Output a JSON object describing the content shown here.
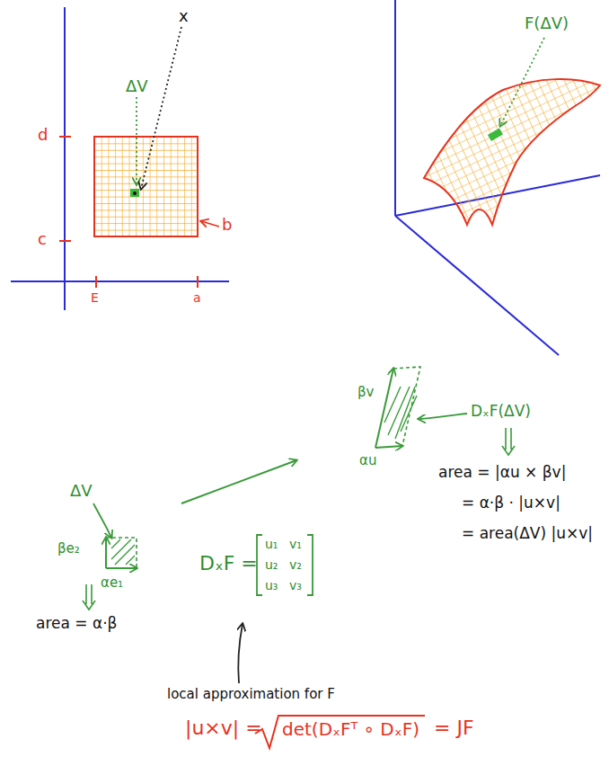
{
  "diagram": {
    "labels": [
      "ΔV",
      "x",
      "d",
      "c",
      "E",
      "a",
      "b",
      "F(ΔV)",
      "ΔV",
      "βe₂",
      "αe₁",
      "area = α·β",
      "DₓF =",
      "u₁",
      "v₁",
      "u₂",
      "v₂",
      "u₃",
      "v₃",
      "local approximation for F",
      "βv",
      "αu",
      "DₓF(ΔV)",
      "area = |αu × βv|",
      "= α·β · |u×v|",
      "= area(ΔV) |u×v|",
      "|u×v| =",
      "det(DₓFᵀ ∘ DₓF)",
      "= JF"
    ]
  }
}
